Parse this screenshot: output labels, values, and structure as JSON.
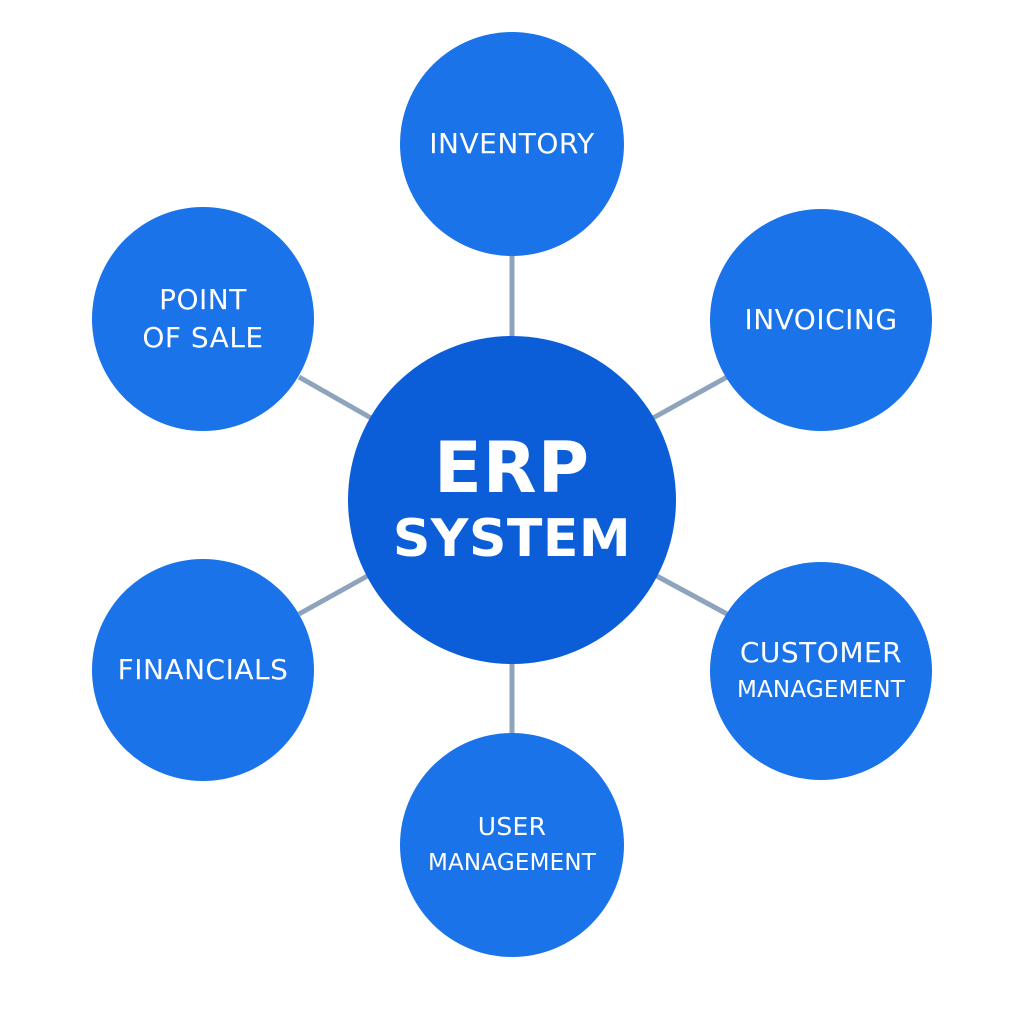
{
  "diagram": {
    "center": {
      "line1": "ERP",
      "line2": "SYSTEM"
    },
    "modules": {
      "inventory": "INVENTORY",
      "invoicing": "INVOICING",
      "customer_management": {
        "line1": "CUSTOMER",
        "line2": "MANAGEMENT"
      },
      "user_management": {
        "line1": "USER",
        "line2": "MANAGEMENT"
      },
      "financials": "FINANCIALS",
      "point_of_sale": {
        "line1": "POINT",
        "line2": "OF SALE"
      }
    },
    "colors": {
      "module_fill": "#1a73e8",
      "center_fill": "#0b5ed7",
      "connector": "#8ea4bd",
      "text": "#ffffff"
    }
  }
}
